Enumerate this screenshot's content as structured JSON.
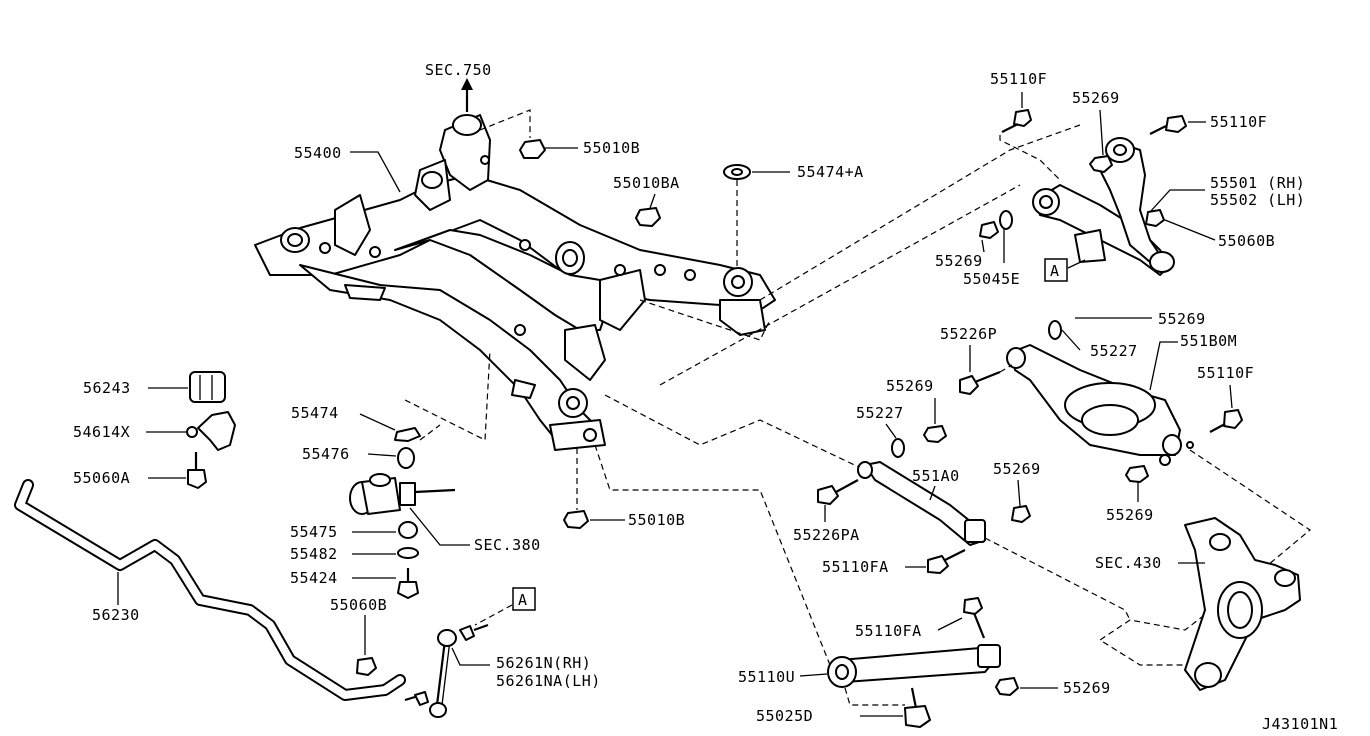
{
  "diagram": {
    "labels": {
      "sec750": "SEC.750",
      "p55400": "55400",
      "p55010B_top": "55010B",
      "p55010BA": "55010BA",
      "p55474A": "55474+A",
      "p55110F_1": "55110F",
      "p55269_1": "55269",
      "p55110F_2": "55110F",
      "p55501": "55501 (RH)",
      "p55502": "55502 (LH)",
      "p55060B_1": "55060B",
      "p55269_2": "55269",
      "p55045E": "55045E",
      "boxA_1": "A",
      "p56243": "56243",
      "p54614X": "54614X",
      "p55060A": "55060A",
      "p55474": "55474",
      "p55476": "55476",
      "p55475": "55475",
      "p55482": "55482",
      "p55424": "55424",
      "sec380": "SEC.380",
      "p55010B_bot": "55010B",
      "p55226P": "55226P",
      "p55269_3": "55269",
      "p55227_1": "55227",
      "p551B0M": "551B0M",
      "p55269_4": "55269",
      "p55227_2": "55227",
      "p55110F_3": "55110F",
      "p551A0": "551A0",
      "p55269_5": "55269",
      "p55269_6": "55269",
      "p55226PA": "55226PA",
      "p55110FA_1": "55110FA",
      "sec430": "SEC.430",
      "p56230": "56230",
      "p55060B_2": "55060B",
      "boxA_2": "A",
      "p56261N": "56261N(RH)",
      "p56261NA": "56261NA(LH)",
      "p55110FA_2": "55110FA",
      "p55110U": "55110U",
      "p55269_7": "55269",
      "p55025D": "55025D",
      "code": "J43101N1"
    }
  }
}
